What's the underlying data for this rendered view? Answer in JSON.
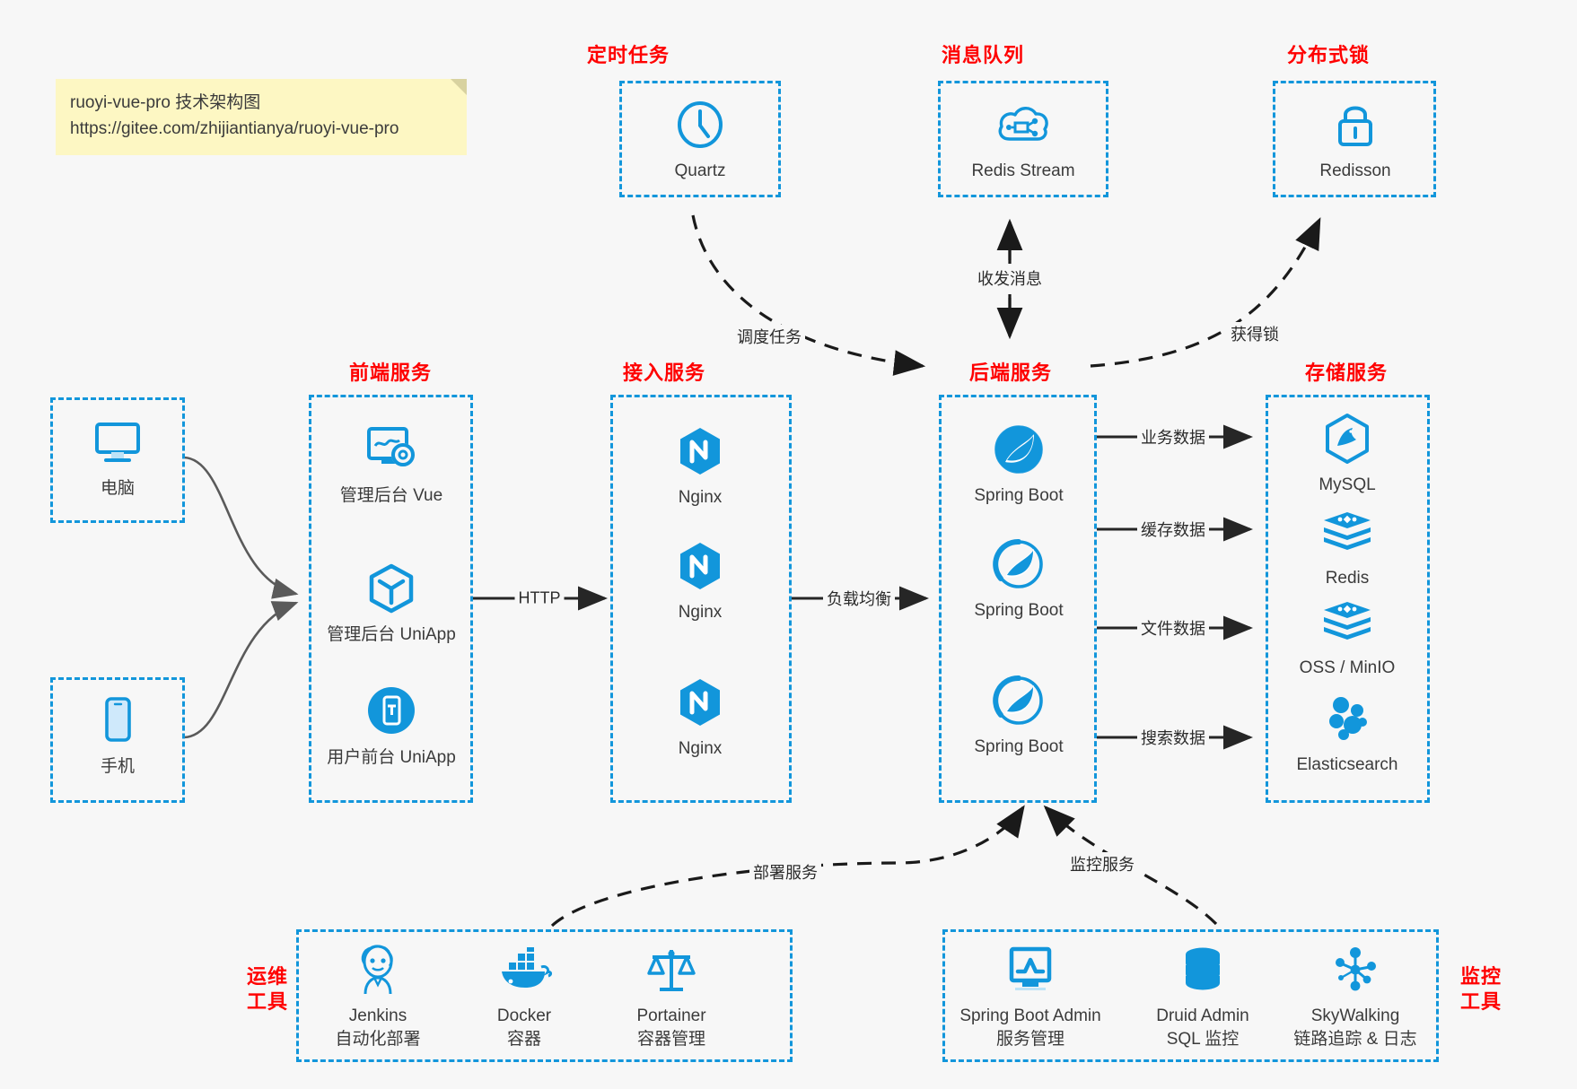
{
  "note": {
    "line1": "ruoyi-vue-pro 技术架构图",
    "line2": "https://gitee.com/zhijiantianya/ruoyi-vue-pro"
  },
  "groups": {
    "scheduled": {
      "title": "定时任务"
    },
    "mq": {
      "title": "消息队列"
    },
    "lock": {
      "title": "分布式锁"
    },
    "frontend": {
      "title": "前端服务"
    },
    "gateway": {
      "title": "接入服务"
    },
    "backend": {
      "title": "后端服务"
    },
    "storage": {
      "title": "存储服务"
    },
    "devops": {
      "title": "运维\n工具",
      "line1": "运维",
      "line2": "工具"
    },
    "monitor": {
      "title": "监控\n工具",
      "line1": "监控",
      "line2": "工具"
    }
  },
  "clients": [
    {
      "id": "pc",
      "label": "电脑",
      "icon": "monitor-icon"
    },
    {
      "id": "mobile",
      "label": "手机",
      "icon": "phone-icon"
    }
  ],
  "scheduled_nodes": [
    {
      "id": "quartz",
      "label": "Quartz",
      "icon": "clock-icon"
    }
  ],
  "mq_nodes": [
    {
      "id": "redis-stream",
      "label": "Redis Stream",
      "icon": "cloud-stream-icon"
    }
  ],
  "lock_nodes": [
    {
      "id": "redisson",
      "label": "Redisson",
      "icon": "lock-icon"
    }
  ],
  "frontend_nodes": [
    {
      "id": "admin-vue",
      "label": "管理后台 Vue",
      "icon": "dashboard-gear-icon"
    },
    {
      "id": "admin-uniapp",
      "label": "管理后台 UniApp",
      "icon": "cube-icon"
    },
    {
      "id": "user-uniapp",
      "label": "用户前台 UniApp",
      "icon": "mobile-app-icon"
    }
  ],
  "gateway_nodes": [
    {
      "id": "nginx-1",
      "label": "Nginx",
      "icon": "nginx-icon"
    },
    {
      "id": "nginx-2",
      "label": "Nginx",
      "icon": "nginx-icon"
    },
    {
      "id": "nginx-3",
      "label": "Nginx",
      "icon": "nginx-icon"
    }
  ],
  "backend_nodes": [
    {
      "id": "spring-boot-1",
      "label": "Spring Boot",
      "icon": "spring-boot-icon"
    },
    {
      "id": "spring-boot-2",
      "label": "Spring Boot",
      "icon": "spring-boot-icon"
    },
    {
      "id": "spring-boot-3",
      "label": "Spring Boot",
      "icon": "spring-boot-icon"
    }
  ],
  "storage_nodes": [
    {
      "id": "mysql",
      "label": "MySQL",
      "icon": "mysql-icon"
    },
    {
      "id": "redis",
      "label": "Redis",
      "icon": "redis-icon"
    },
    {
      "id": "oss-minio",
      "label": "OSS / MinIO",
      "icon": "oss-icon"
    },
    {
      "id": "elasticsearch",
      "label": "Elasticsearch",
      "icon": "elasticsearch-icon"
    }
  ],
  "devops_nodes": [
    {
      "id": "jenkins",
      "label": "Jenkins",
      "sublabel": "自动化部署",
      "icon": "jenkins-icon"
    },
    {
      "id": "docker",
      "label": "Docker",
      "sublabel": "容器",
      "icon": "docker-icon"
    },
    {
      "id": "portainer",
      "label": "Portainer",
      "sublabel": "容器管理",
      "icon": "portainer-icon"
    }
  ],
  "monitor_nodes": [
    {
      "id": "spring-boot-admin",
      "label": "Spring Boot Admin",
      "sublabel": "服务管理",
      "icon": "monitor-chart-icon"
    },
    {
      "id": "druid-admin",
      "label": "Druid Admin",
      "sublabel": "SQL 监控",
      "icon": "database-icon"
    },
    {
      "id": "skywalking",
      "label": "SkyWalking",
      "sublabel": "链路追踪 & 日志",
      "icon": "skywalking-icon"
    }
  ],
  "edge_labels": {
    "http": "HTTP",
    "load_balance": "负载均衡",
    "schedule_task": "调度任务",
    "mq_send_receive": "收发消息",
    "acquire_lock": "获得锁",
    "business_data": "业务数据",
    "cache_data": "缓存数据",
    "file_data": "文件数据",
    "search_data": "搜索数据",
    "deploy_service": "部署服务",
    "monitor_service": "监控服务"
  },
  "colors": {
    "accent": "#1296db",
    "title": "#ff0000",
    "text": "#3b3b3b",
    "background": "#f7f7f7",
    "note_bg": "#fdf7c3",
    "arrow": "#262626",
    "client_arrow": "#5a5a5a"
  }
}
